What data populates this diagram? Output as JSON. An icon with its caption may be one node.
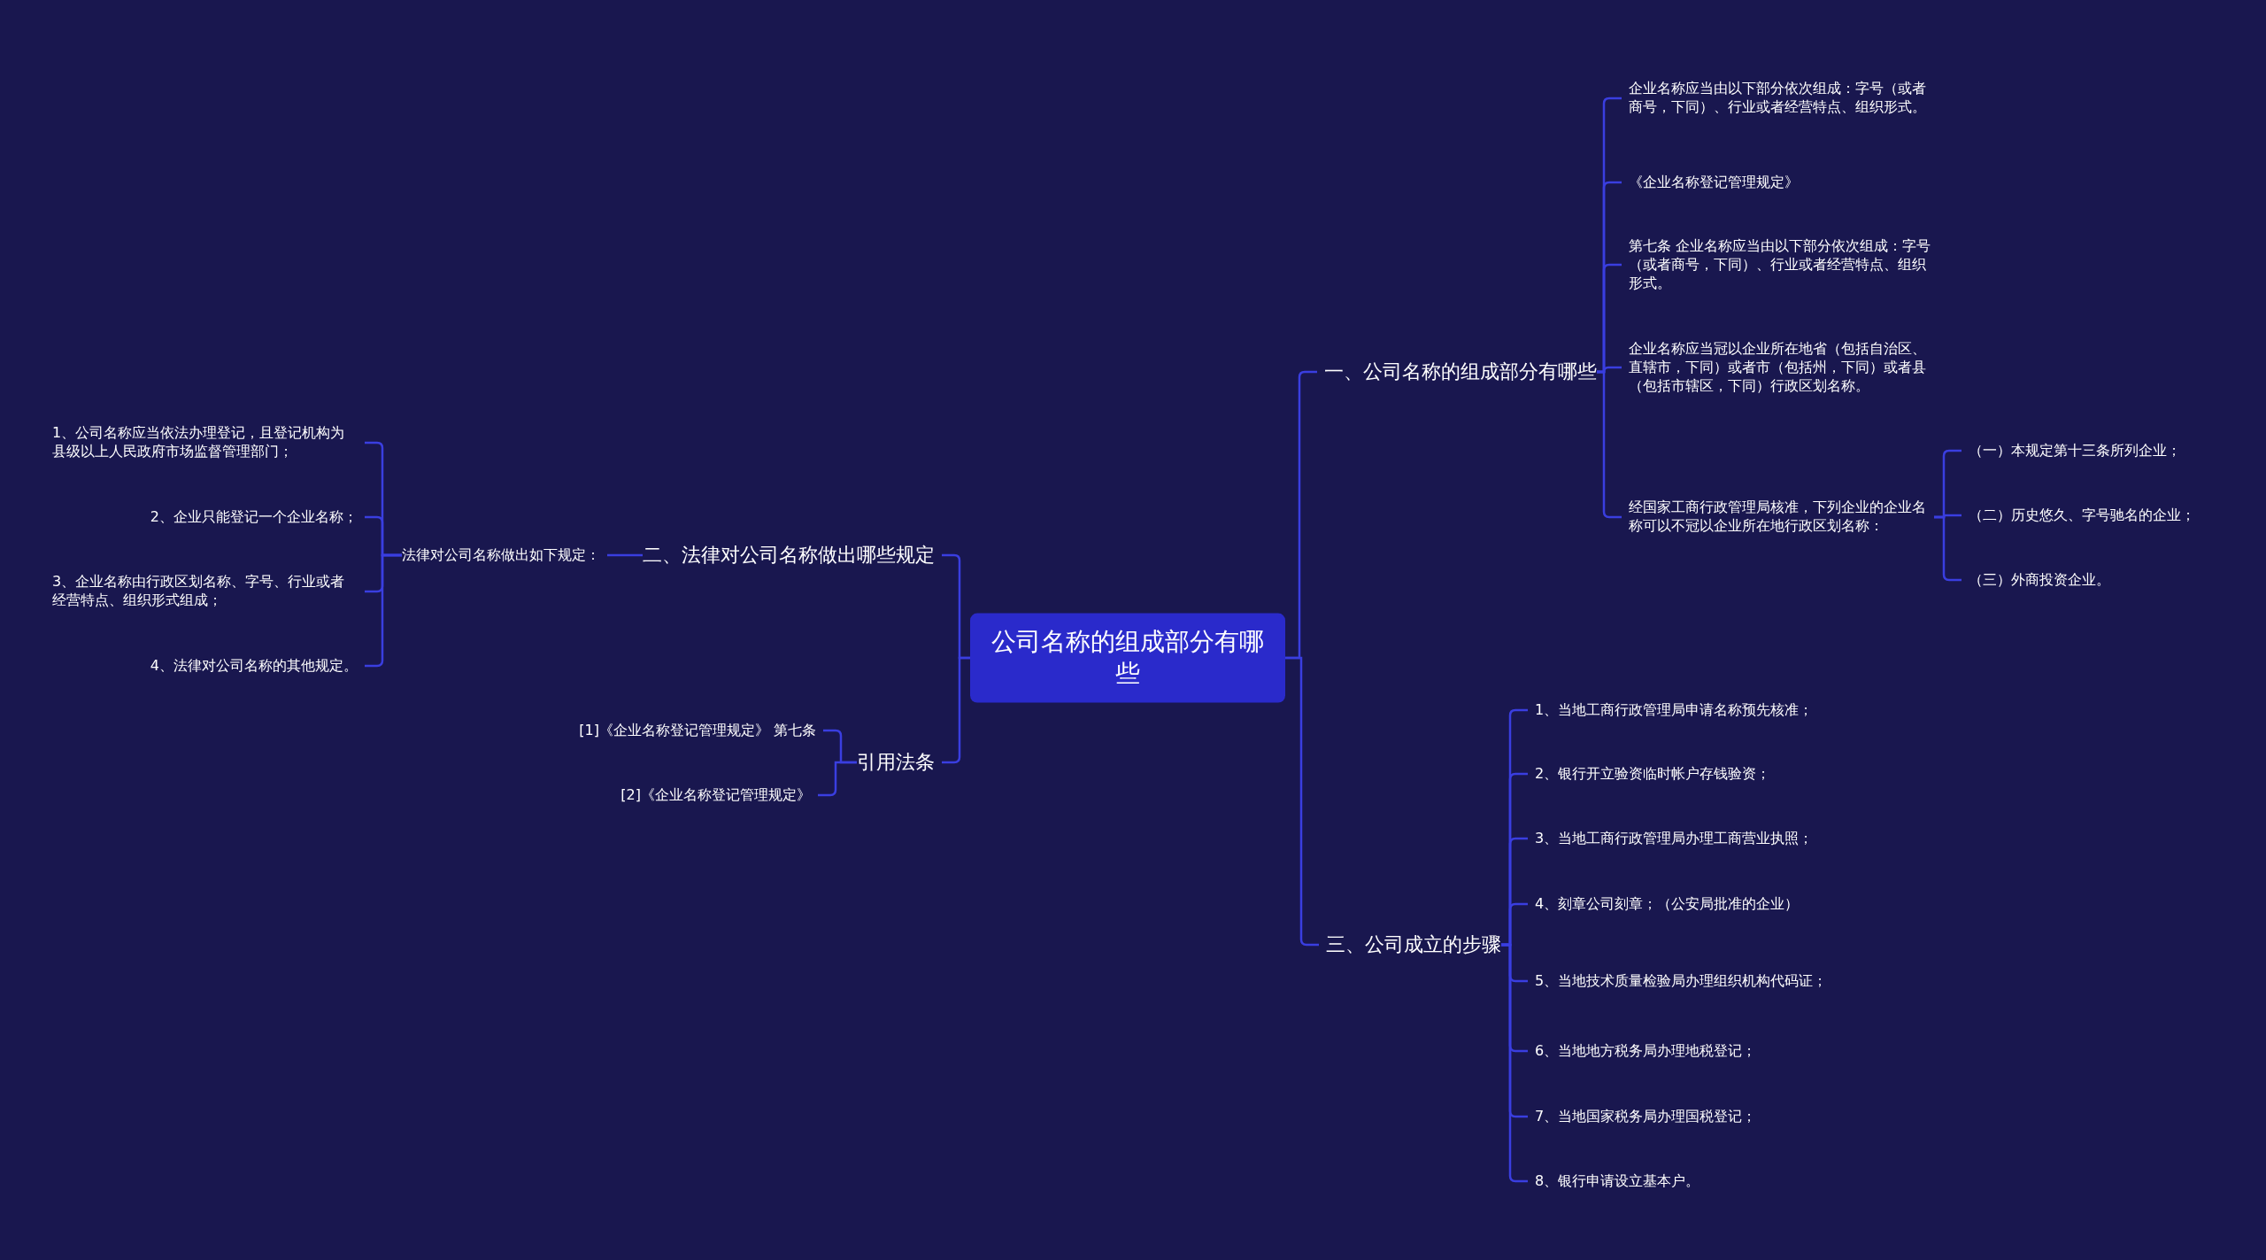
{
  "diagram": {
    "nodes": [
      {
        "text": [
          "公司名称的组成部分有哪些"
        ]
      },
      {
        "text": [
          "一、公司名称的组成部分有哪些"
        ]
      },
      {
        "text": [
          "企业名称应当由以下部分依次组成：字号（或者商号，下同）、行业或者经营特点、组织形式。"
        ]
      },
      {
        "text": [
          "《企业名称登记管理规定》"
        ]
      },
      {
        "text": [
          "第七条 企业名称应当由以下部分依次组成：字号（或者商号，下同）、行业或者经营特点、组织形式。"
        ]
      },
      {
        "text": [
          "企业名称应当冠以企业所在地省（包括自治区、直辖市，下同）或者市（包括州，下同）或者县（包括市辖区，下同）行政区划名称。"
        ]
      },
      {
        "text": [
          "经国家工商行政管理局核准，下列企业的企业名称可以不冠以企业所在地行政区划名称："
        ]
      },
      {
        "text": [
          "（一）本规定第十三条所列企业；"
        ]
      },
      {
        "text": [
          "（二）历史悠久、字号驰名的企业；"
        ]
      },
      {
        "text": [
          "（三）外商投资企业。"
        ]
      },
      {
        "text": [
          "二、法律对公司名称做出哪些规定"
        ]
      },
      {
        "text": [
          "法律对公司名称做出如下规定："
        ]
      },
      {
        "text": [
          "1、公司名称应当依法办理登记，且登记机构为县级以上人民政府市场监督管理部门；"
        ]
      },
      {
        "text": [
          "2、企业只能登记一个企业名称；"
        ]
      },
      {
        "text": [
          "3、企业名称由行政区划名称、字号、行业或者经营特点、组织形式组成；"
        ]
      },
      {
        "text": [
          "4、法律对公司名称的其他规定。"
        ]
      },
      {
        "text": [
          "引用法条"
        ]
      },
      {
        "text": [
          "[1]《企业名称登记管理规定》 第七条"
        ]
      },
      {
        "text": [
          "[2]《企业名称登记管理规定》"
        ]
      },
      {
        "text": [
          "三、公司成立的步骤"
        ]
      },
      {
        "text": [
          "1、当地工商行政管理局申请名称预先核准；"
        ]
      },
      {
        "text": [
          "2、银行开立验资临时帐户存钱验资；"
        ]
      },
      {
        "text": [
          "3、当地工商行政管理局办理工商营业执照；"
        ]
      },
      {
        "text": [
          "4、刻章公司刻章；（公安局批准的企业）"
        ]
      },
      {
        "text": [
          "5、当地技术质量检验局办理组织机构代码证；"
        ]
      },
      {
        "text": [
          "6、当地地方税务局办理地税登记；"
        ]
      },
      {
        "text": [
          "7、当地国家税务局办理国税登记；"
        ]
      },
      {
        "text": [
          "8、银行申请设立基本户。"
        ]
      }
    ],
    "edges": [
      {
        "from": 0,
        "to": 1,
        "arrow": "none"
      },
      {
        "from": 1,
        "to": 2,
        "arrow": "none"
      },
      {
        "from": 1,
        "to": 3,
        "arrow": "none"
      },
      {
        "from": 1,
        "to": 4,
        "arrow": "none"
      },
      {
        "from": 1,
        "to": 5,
        "arrow": "none"
      },
      {
        "from": 1,
        "to": 6,
        "arrow": "none"
      },
      {
        "from": 6,
        "to": 7,
        "arrow": "none"
      },
      {
        "from": 6,
        "to": 8,
        "arrow": "none"
      },
      {
        "from": 6,
        "to": 9,
        "arrow": "none"
      },
      {
        "from": 0,
        "to": 10,
        "arrow": "none"
      },
      {
        "from": 10,
        "to": 11,
        "arrow": "none"
      },
      {
        "from": 11,
        "to": 12,
        "arrow": "none"
      },
      {
        "from": 11,
        "to": 13,
        "arrow": "none"
      },
      {
        "from": 11,
        "to": 14,
        "arrow": "none"
      },
      {
        "from": 11,
        "to": 15,
        "arrow": "none"
      },
      {
        "from": 0,
        "to": 16,
        "arrow": "none"
      },
      {
        "from": 16,
        "to": 17,
        "arrow": "none"
      },
      {
        "from": 16,
        "to": 18,
        "arrow": "none"
      },
      {
        "from": 0,
        "to": 19,
        "arrow": "none"
      },
      {
        "from": 19,
        "to": 20,
        "arrow": "none"
      },
      {
        "from": 19,
        "to": 21,
        "arrow": "none"
      },
      {
        "from": 19,
        "to": 22,
        "arrow": "none"
      },
      {
        "from": 19,
        "to": 23,
        "arrow": "none"
      },
      {
        "from": 19,
        "to": 24,
        "arrow": "none"
      },
      {
        "from": 19,
        "to": 25,
        "arrow": "none"
      },
      {
        "from": 19,
        "to": 26,
        "arrow": "none"
      },
      {
        "from": 19,
        "to": 27,
        "arrow": "none"
      }
    ]
  }
}
